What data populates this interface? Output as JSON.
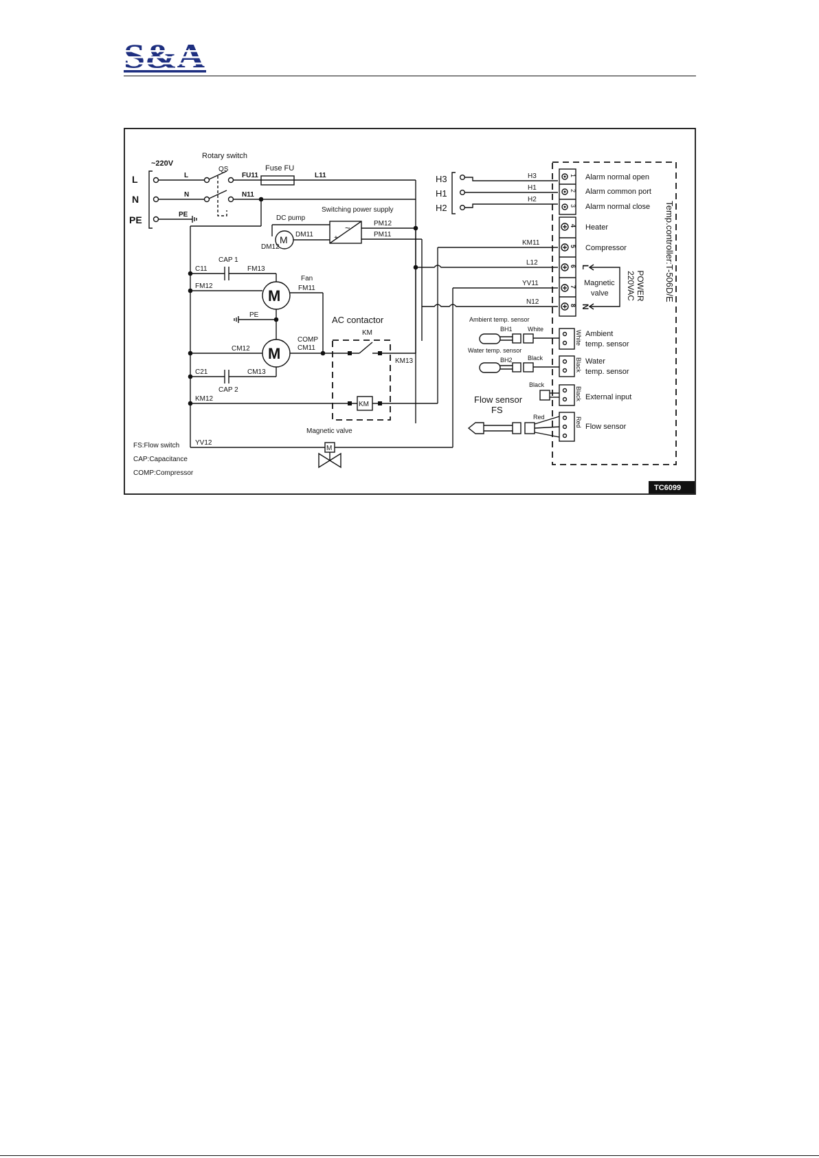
{
  "logo_text": "S&A",
  "brand_color": "#1e2f80",
  "diagram": {
    "code": "TC6099",
    "supply": {
      "voltage": "~220V",
      "L": "L",
      "N": "N",
      "PE": "PE",
      "pe_wire": "PE"
    },
    "rotary_switch": {
      "title": "Rotary switch",
      "code": "QS",
      "in_L": "L",
      "in_N": "N",
      "out_L": "FU11",
      "out_N": "N11"
    },
    "fuse": {
      "title": "Fuse FU",
      "out": "L11"
    },
    "dc_pump": {
      "title": "DC pump",
      "dm11": "DM11",
      "dm12": "DM12"
    },
    "psu": {
      "title": "Switching power supply",
      "pm12": "PM12",
      "pm11": "PM11"
    },
    "fan": {
      "cap": "CAP 1",
      "c11": "C11",
      "fm13": "FM13",
      "fm12": "FM12",
      "title": "Fan",
      "fm11": "FM11",
      "pe": "PE"
    },
    "compressor": {
      "cm12": "CM12",
      "title": "COMP",
      "cm11": "CM11",
      "c21": "C21",
      "cm13": "CM13",
      "cap": "CAP 2"
    },
    "contactor": {
      "title": "AC contactor",
      "code": "KM",
      "coil": "KM",
      "km12": "KM12",
      "km13": "KM13"
    },
    "valve": {
      "title": "Magnetic valve",
      "yv12": "YV12",
      "coil": "M"
    },
    "legend": [
      "FS:Flow switch",
      "CAP:Capacitance",
      "COMP:Compressor"
    ],
    "alarm": {
      "terms": [
        "H3",
        "H1",
        "H2"
      ],
      "wires": [
        "H3",
        "H1",
        "H2"
      ]
    },
    "wires_to_controller": [
      "KM11",
      "L12",
      "YV11",
      "N12"
    ],
    "controller": {
      "title": "Temp.controller:T-506D/E",
      "power": "POWER",
      "power_v": "220VAC",
      "L_mark": "L",
      "N_mark": "N",
      "valve_label_1": "Magnetic",
      "valve_label_2": "valve",
      "terminals": [
        {
          "num": "1",
          "label": "Alarm normal open"
        },
        {
          "num": "2",
          "label": "Alarm common port"
        },
        {
          "num": "3",
          "label": "Alarm normal close"
        },
        {
          "num": "4",
          "label": "Heater"
        },
        {
          "num": "5",
          "label": "Compressor"
        },
        {
          "num": "6",
          "label": ""
        },
        {
          "num": "7",
          "label": ""
        },
        {
          "num": "8",
          "label": ""
        }
      ]
    },
    "sensors": {
      "ambient_title": "Ambient temp. sensor",
      "bh1": "BH1",
      "white": "White",
      "water_title": "Water temp. sensor",
      "bh2": "BH2",
      "black": "Black",
      "ext_black": "Black",
      "flow_title": "Flow sensor",
      "fs": "FS",
      "red": "Red",
      "port_colors": [
        "White",
        "Black",
        "Black",
        "Red"
      ],
      "ambient_1": "Ambient",
      "ambient_2": "temp. sensor",
      "water_1": "Water",
      "water_2": "temp. sensor",
      "external": "External input",
      "flow": "Flow sensor"
    }
  }
}
